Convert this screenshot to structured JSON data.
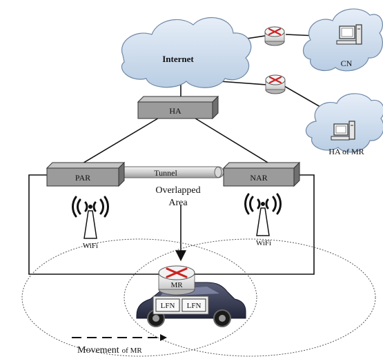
{
  "diagram": {
    "nodes": {
      "internet": "Internet",
      "cn": "CN",
      "ha": "HA",
      "ha_of_mr": "HA of MR",
      "par": "PAR",
      "nar": "NAR",
      "mr": "MR",
      "lfn_1": "LFN",
      "lfn_2": "LFN"
    },
    "labels": {
      "tunnel": "Tunnel",
      "overlapped_line1": "Overlapped",
      "overlapped_line2": "Area",
      "wifi_left": "WiFi",
      "wifi_right": "WiFi",
      "movement_main": "Movement",
      "movement_suffix": "of MR"
    },
    "colors": {
      "cloud_fill": "#cfe0f1",
      "cloud_stroke": "#6f88a6",
      "box_fill": "#9b9b9b",
      "router_arrow": "#cc2222",
      "car_body": "#2b2e45"
    }
  }
}
